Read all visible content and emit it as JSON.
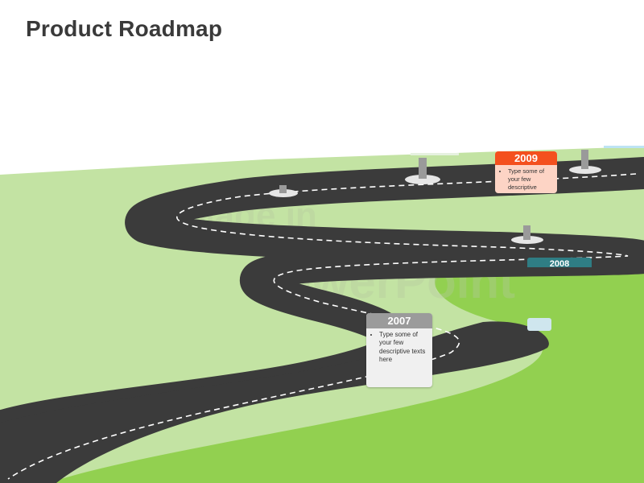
{
  "title": "Product Roadmap",
  "milestones": [
    {
      "year": "2007",
      "text": "Type some of your few descriptive texts here",
      "color": "#9b9b9b"
    },
    {
      "year": "2008",
      "text": "",
      "color": "#2f7d84"
    },
    {
      "year": "2009",
      "text": "Type some of your few descriptive",
      "color": "#f4501e"
    }
  ],
  "colors": {
    "grass_far": "#c3e3a3",
    "grass_near": "#92d050",
    "road": "#3b3b3b",
    "sky_tab": "#cfe6ee"
  }
}
